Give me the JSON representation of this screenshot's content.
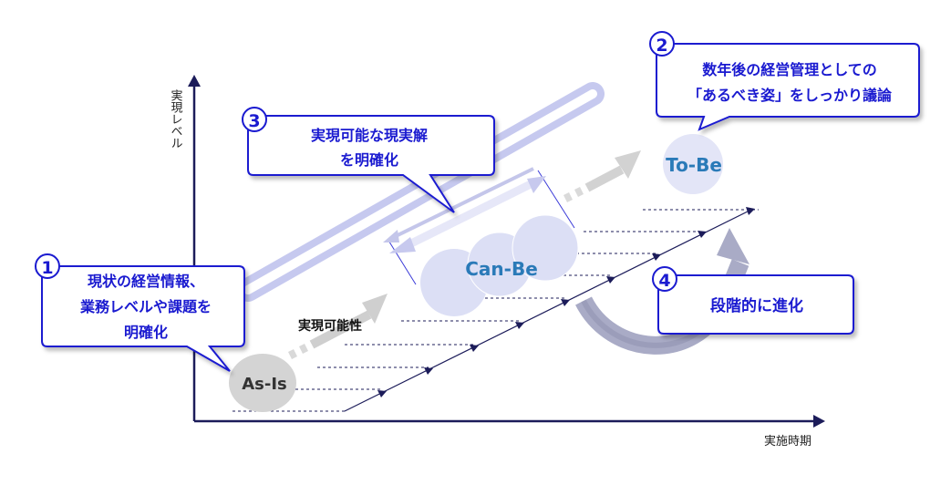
{
  "axes": {
    "y_label": "実現レベル",
    "x_label": "実施時期"
  },
  "states": {
    "as_is": "As-Is",
    "can_be": "Can-Be",
    "to_be": "To-Be"
  },
  "feasibility_label": "実現可能性",
  "callouts": [
    {
      "number": "1",
      "lines": [
        "現状の経営情報、",
        "業務レベルや課題を",
        "明確化"
      ]
    },
    {
      "number": "2",
      "lines": [
        "数年後の経営管理としての",
        "「あるべき姿」をしっかり議論"
      ]
    },
    {
      "number": "3",
      "lines": [
        "実現可能な現実解",
        "を明確化"
      ]
    },
    {
      "number": "4",
      "lines": [
        "段階的に進化"
      ]
    }
  ],
  "colors": {
    "callout_border": "#1a1ad0",
    "number_circle": "#1a1ad0",
    "to_be_text": "#2a7ab8",
    "can_be_text": "#2a7ab8",
    "circle_fill": "#dcdff5",
    "as_is_fill": "#d4d4d4",
    "axis": "#1c1c5a"
  }
}
